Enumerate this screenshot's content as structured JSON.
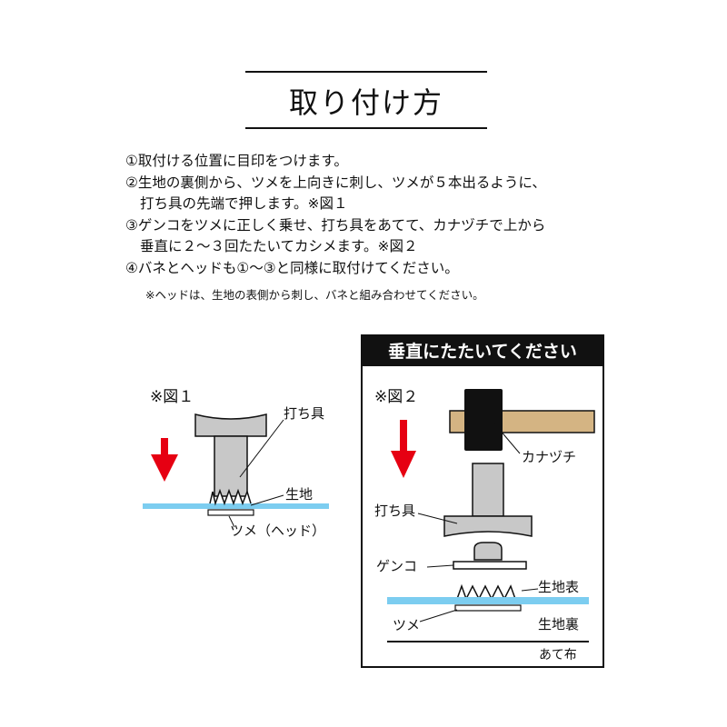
{
  "title": "取り付け方",
  "steps": [
    "①取付ける位置に目印をつけます。",
    "②生地の裏側から、ツメを上向きに刺し、ツメが５本出るように、",
    "打ち具の先端で押します。※図１",
    "③ゲンコをツメに正しく乗せ、打ち具をあてて、カナヅチで上から",
    "垂直に２〜３回たたいてカシメます。※図２",
    "④バネとヘッドも①〜③と同様に取付けてください。"
  ],
  "note": "※ヘッドは、生地の表側から刺し、バネと組み合わせてください。",
  "fig1": {
    "title": "※図１",
    "label_tool": "打ち具",
    "label_fabric": "生地",
    "label_prongs": "ツメ（ヘッド）"
  },
  "fig2": {
    "banner": "垂直にたたいてください",
    "title": "※図２",
    "label_hammer": "カナヅチ",
    "label_tool": "打ち具",
    "label_genko": "ゲンコ",
    "label_front": "生地表",
    "label_back": "生地裏",
    "label_prongs": "ツメ",
    "label_cloth": "あて布"
  },
  "colors": {
    "arrow": "#e60012",
    "fabric": "#7ccdf0",
    "tool": "#c8c8c8",
    "hammer_handle": "#d4b483",
    "hammer_head": "#111111"
  }
}
